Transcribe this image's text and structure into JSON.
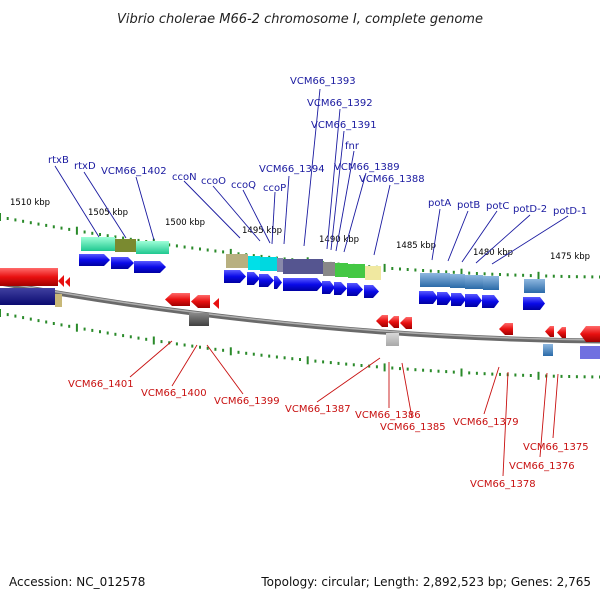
{
  "title": "Vibrio cholerae M66-2 chromosome I, complete genome",
  "footer": {
    "accession": "Accession: NC_012578",
    "topology": "Topology: circular; Length: 2,892,523 bp; Genes: 2,765"
  },
  "scale_labels": [
    "1510 kbp",
    "1505 kbp",
    "1500 kbp",
    "1495 kbp",
    "1490 kbp",
    "1485 kbp",
    "1480 kbp",
    "1475 kbp"
  ],
  "top_labels": [
    "rtxB",
    "rtxD",
    "VCM66_1402",
    "ccoN",
    "ccoO",
    "ccoQ",
    "ccoP",
    "VCM66_1394",
    "VCM66_1393",
    "VCM66_1392",
    "VCM66_1391",
    "fnr",
    "VCM66_1389",
    "VCM66_1388",
    "potA",
    "potB",
    "potC",
    "potD-2",
    "potD-1"
  ],
  "bottom_labels": [
    "VCM66_1401",
    "VCM66_1400",
    "VCM66_1399",
    "VCM66_1387",
    "VCM66_1386",
    "VCM66_1385",
    "VCM66_1379",
    "VCM66_1378",
    "VCM66_1376",
    "VCM66_1375"
  ],
  "colors": {
    "forward_gene": "#0a0ae8",
    "reverse_gene": "#e81010",
    "backbone": "#888888",
    "tick": "#2a8a2a",
    "top_label": "#1a1aa0",
    "bottom_label": "#c81010"
  }
}
